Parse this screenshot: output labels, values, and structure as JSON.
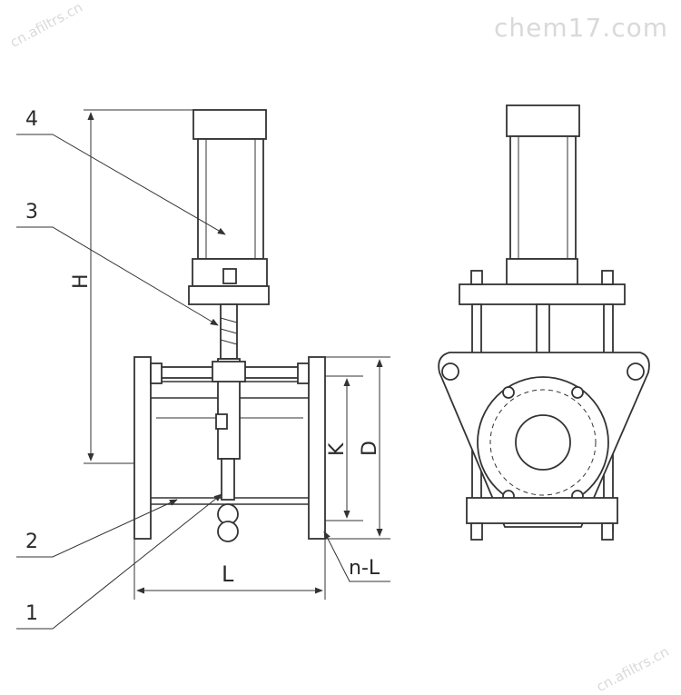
{
  "watermarks": {
    "top_right": "chem17.com",
    "top_left": "cn.afiltrs.cn",
    "bottom_right": "cn.afiltrs.cn"
  },
  "labels": {
    "part_4": "4",
    "part_3": "3",
    "part_2": "2",
    "part_1": "1",
    "dim_h": "H",
    "dim_k": "K",
    "dim_d": "D",
    "dim_l": "L",
    "dim_nl": "n-L"
  },
  "colors": {
    "line": "#333333",
    "watermark": "#d9d9d9",
    "background": "#ffffff"
  }
}
